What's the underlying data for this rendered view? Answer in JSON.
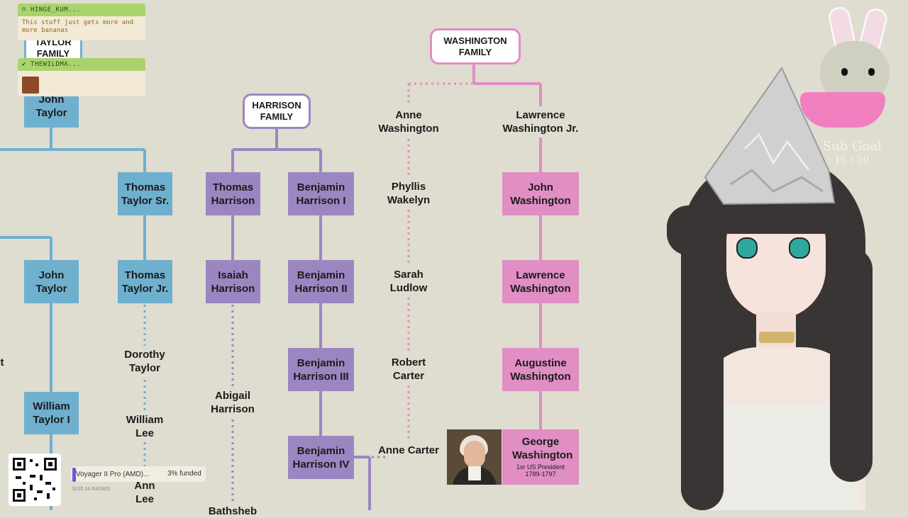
{
  "families": {
    "taylor": "TAYLOR FAMILY",
    "harrison": "HARRISON FAMILY",
    "washington": "WASHINGTON FAMILY"
  },
  "people": {
    "john_taylor_top": "John Taylor",
    "thomas_taylor_sr": "Thomas Taylor Sr.",
    "john_taylor": "John Taylor",
    "thomas_taylor_jr": "Thomas Taylor Jr.",
    "dorothy_taylor": "Dorothy Taylor",
    "william_taylor_i": "William Taylor I",
    "william_lee": "William Lee",
    "ann_lee": "Ann Lee",
    "cut_left": "t",
    "thomas_harrison": "Thomas Harrison",
    "benjamin_harrison_i": "Benjamin Harrison I",
    "isaiah_harrison": "Isaiah Harrison",
    "benjamin_harrison_ii": "Benjamin Harrison II",
    "benjamin_harrison_iii": "Benjamin Harrison III",
    "abigail_harrison": "Abigail Harrison",
    "benjamin_harrison_iv": "Benjamin Harrison IV",
    "bathsheba_cut": "Bathsheb",
    "anne_washington": "Anne Washington",
    "lawrence_washington_jr": "Lawrence Washington Jr.",
    "phyllis_wakelyn": "Phyllis Wakelyn",
    "john_washington": "John Washington",
    "sarah_ludlow": "Sarah Ludlow",
    "lawrence_washington": "Lawrence Washington",
    "robert_carter": "Robert Carter",
    "augustine_washington": "Augustine Washington",
    "anne_carter": "Anne Carter",
    "george_washington": "George Washington",
    "george_subtitle": "1sr US President",
    "george_years": "1789-1797"
  },
  "chat": [
    {
      "user": "HINGE_KUM...",
      "message": "This stuff just gets more and more bananas"
    },
    {
      "user": "THEWILDMA...",
      "message": ""
    }
  ],
  "funding": {
    "title": "Voyager II Pro (AMD)...",
    "percent": "3% funded",
    "raised": "$135.16 RAISED",
    "progress": 0.03
  },
  "sub_goal": {
    "label": "Sub Goal",
    "count": "16 / 50"
  },
  "colors": {
    "taylor": "#6fb0cf",
    "harrison": "#9c86c2",
    "washington": "#e08ec4",
    "chat_header": "#a9d46d"
  }
}
